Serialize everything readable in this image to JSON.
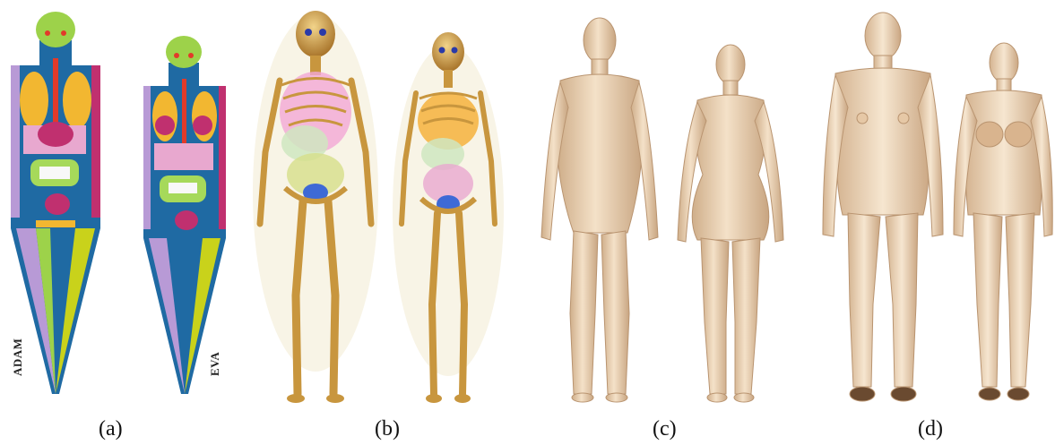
{
  "panels": [
    {
      "caption": "(a)",
      "phantom_labels": [
        "ADAM",
        "EVA"
      ]
    },
    {
      "caption": "(b)"
    },
    {
      "caption": "(c)"
    },
    {
      "caption": "(d)"
    }
  ],
  "colors": {
    "stylized_blue": "#1f6aa3",
    "stylized_lung": "#f2b731",
    "stylized_magenta": "#c0306f",
    "stylized_leg_lilac": "#b89ad6",
    "stylized_leg_olive": "#c9d21b",
    "head_green": "#9dd24a",
    "bone_gold": "#c8963e",
    "skin_beige": "#ecd2b3",
    "skin_shadow": "#b99470"
  }
}
